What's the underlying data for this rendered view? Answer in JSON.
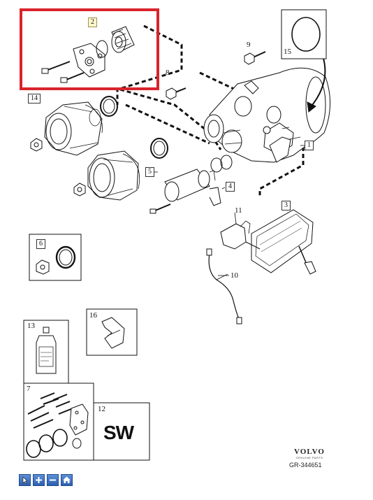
{
  "diagram": {
    "callouts": {
      "c1": "1",
      "c2": "2",
      "c3": "3",
      "c4": "4",
      "c5": "5",
      "c6": "6",
      "c7": "7",
      "c8": "8",
      "c9": "9",
      "c10": "10",
      "c11": "11",
      "c12": "12",
      "c13": "13",
      "c14": "14",
      "c15": "15",
      "c16": "16"
    },
    "sw_label": "SW",
    "brand": "VOLVO",
    "brand_sub": "GENUINE PARTS",
    "reference": "GR-344651",
    "highlight_color": "#d9242b"
  },
  "toolbar": {
    "buttons": [
      {
        "icon": "pointer-icon"
      },
      {
        "icon": "zoom-in-icon"
      },
      {
        "icon": "zoom-out-icon"
      },
      {
        "icon": "home-icon"
      }
    ]
  }
}
